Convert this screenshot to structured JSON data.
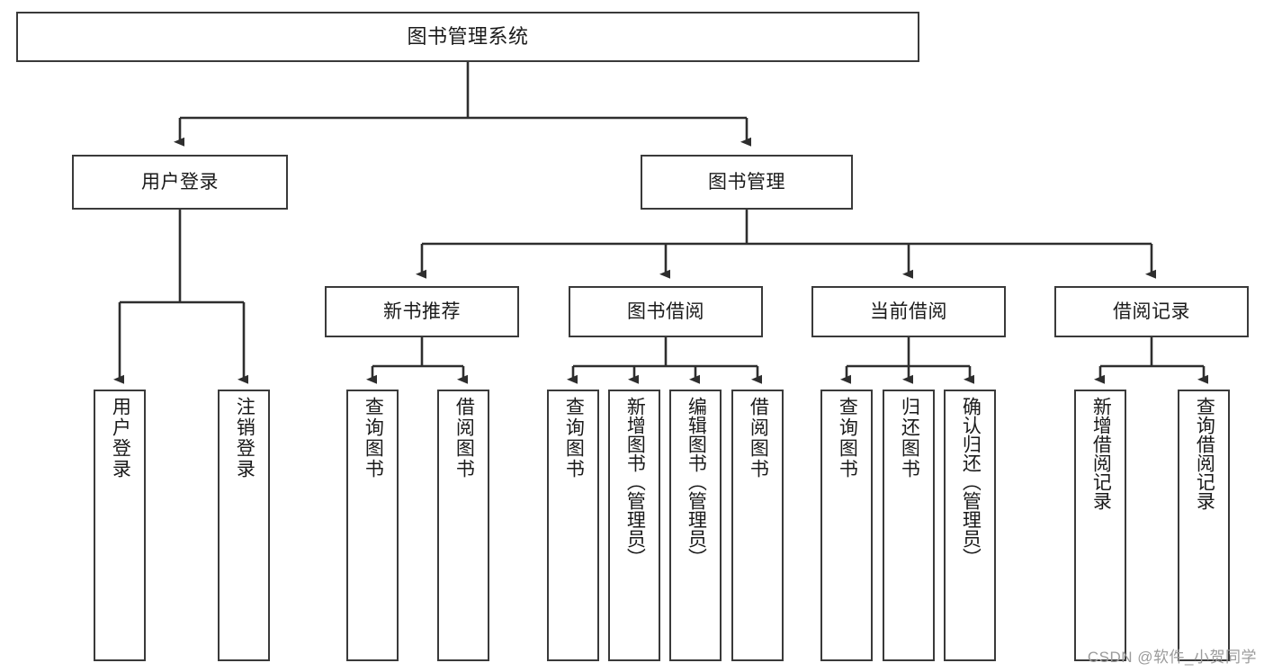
{
  "diagram": {
    "type": "tree-hierarchy",
    "title": "图书管理系统",
    "background_color": "#ffffff",
    "node_border_color": "#3a3a3a",
    "edge_color": "#2e2e2e",
    "levels": 4
  },
  "nodes": {
    "root": {
      "label": "图书管理系统"
    },
    "level2": [
      {
        "id": "user-login",
        "label": "用户登录"
      },
      {
        "id": "book-management",
        "label": "图书管理"
      }
    ],
    "level3": [
      {
        "id": "new-book-recommend",
        "label": "新书推荐"
      },
      {
        "id": "book-borrow",
        "label": "图书借阅"
      },
      {
        "id": "current-borrow",
        "label": "当前借阅"
      },
      {
        "id": "borrow-record",
        "label": "借阅记录"
      }
    ],
    "leaves": {
      "user_login": [
        {
          "id": "leaf-user-login",
          "label": "用户登录"
        },
        {
          "id": "leaf-logout-login",
          "label": "注销登录"
        }
      ],
      "new_book_recommend": [
        {
          "id": "leaf-query-book-1",
          "label": "查询图书"
        },
        {
          "id": "leaf-borrow-book-1",
          "label": "借阅图书"
        }
      ],
      "book_borrow": [
        {
          "id": "leaf-query-book-2",
          "label": "查询图书"
        },
        {
          "id": "leaf-add-book",
          "label": "新增图书（管理员）"
        },
        {
          "id": "leaf-edit-book",
          "label": "编辑图书（管理员）"
        },
        {
          "id": "leaf-borrow-book-2",
          "label": "借阅图书"
        }
      ],
      "current_borrow": [
        {
          "id": "leaf-query-book-3",
          "label": "查询图书"
        },
        {
          "id": "leaf-return-book",
          "label": "归还图书"
        },
        {
          "id": "leaf-confirm-return",
          "label": "确认归还（管理员）"
        }
      ],
      "borrow_record": [
        {
          "id": "leaf-add-record",
          "label": "新增借阅记录"
        },
        {
          "id": "leaf-query-record",
          "label": "查询借阅记录"
        }
      ]
    }
  },
  "watermark": {
    "text": "CSDN @软件_小贺同学"
  }
}
